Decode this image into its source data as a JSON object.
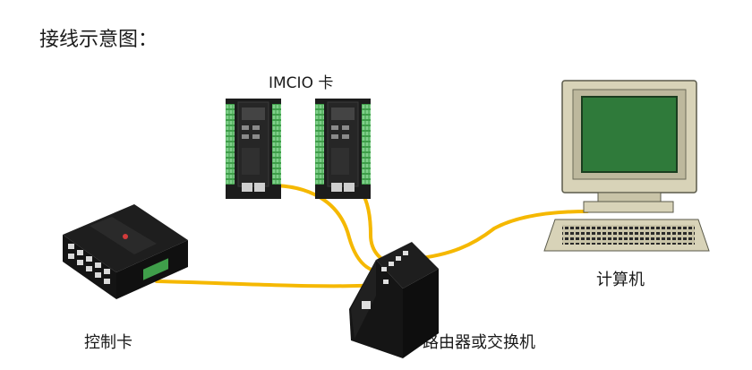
{
  "title": "接线示意图：",
  "labels": {
    "imcio": "IMCIO 卡",
    "controller": "控制卡",
    "router": "路由器或交换机",
    "computer": "计算机"
  },
  "colors": {
    "cable": "#f5b800",
    "device_body": "#1c1c1c",
    "terminal_green": "#3f9e4a",
    "screen": "#2f7a3a",
    "monitor_case": "#d8d3b8"
  },
  "icons": {
    "imcio_card": "io-card-icon",
    "controller": "controller-box-icon",
    "router": "network-switch-icon",
    "computer": "desktop-computer-icon"
  }
}
